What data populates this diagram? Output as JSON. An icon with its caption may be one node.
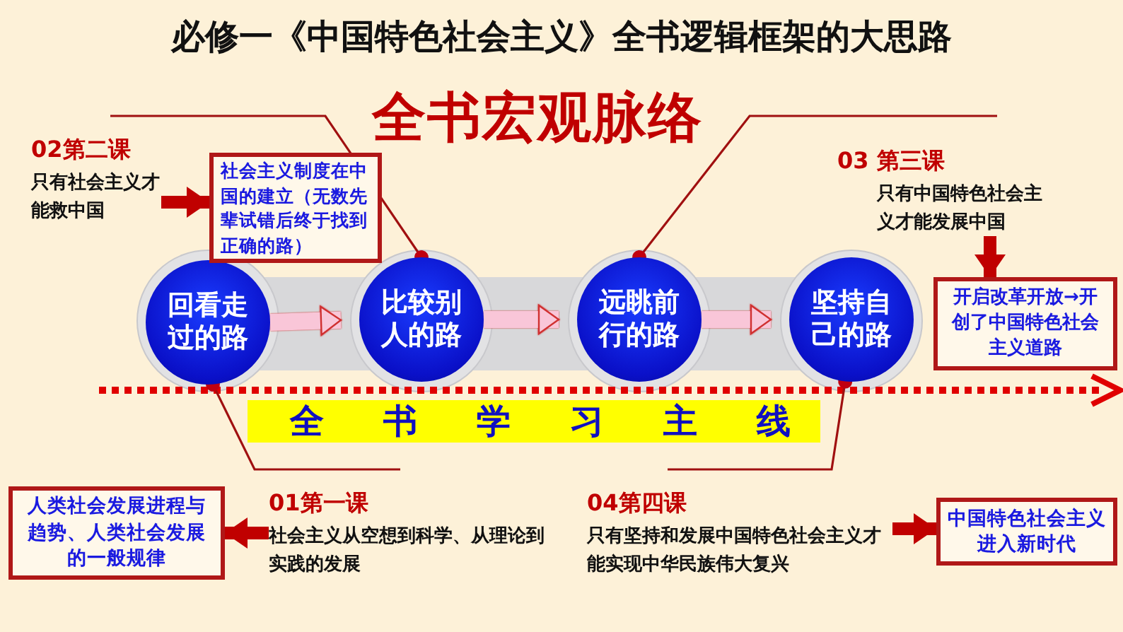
{
  "diagram": {
    "title": "必修一《中国特色社会主义》全书逻辑框架的大思路",
    "nodes": [
      {
        "text": [
          "回看走过的路"
        ]
      },
      {
        "text": [
          "比较别人的路"
        ]
      },
      {
        "text": [
          "远眺前行的路"
        ]
      },
      {
        "text": [
          "坚持自己的路"
        ]
      },
      {
        "text": [
          "02第二课",
          "只有社会主义才能救中国"
        ]
      },
      {
        "text": [
          "社会主义制度在中国的建立（无数先辈试错后终于找到正确的路）"
        ]
      },
      {
        "text": [
          "03 第三课",
          "只有中国特色社会主义才能发展中国"
        ]
      },
      {
        "text": [
          "开启改革开放→开创了中国特色社会主义道路"
        ]
      },
      {
        "text": [
          "01第一课",
          "社会主义从空想到科学、从理论到实践的发展"
        ]
      },
      {
        "text": [
          "人类社会发展进程与趋势、人类社会发展的一般规律"
        ]
      },
      {
        "text": [
          "04第四课",
          "只有坚持和发展中国特色社会主义才能实现中华民族伟大复兴"
        ]
      },
      {
        "text": [
          "中国特色社会主义进入新时代"
        ]
      }
    ],
    "edges": [
      {
        "from": 0,
        "to": 1,
        "arrow": "to",
        "color": "#f9c6d8"
      },
      {
        "from": 1,
        "to": 2,
        "arrow": "to",
        "color": "#f9c6d8"
      },
      {
        "from": 2,
        "to": 3,
        "arrow": "to",
        "color": "#f9c6d8"
      },
      {
        "from": 4,
        "to": 5,
        "arrow": "to",
        "color": "#c00000"
      },
      {
        "from": 6,
        "to": 7,
        "arrow": "to",
        "color": "#c00000"
      },
      {
        "from": 8,
        "to": 9,
        "arrow": "to",
        "color": "#c00000"
      },
      {
        "from": 10,
        "to": 11,
        "arrow": "to",
        "color": "#c00000"
      },
      {
        "from": 4,
        "to": 1,
        "arrow": "other",
        "color": "#a01010"
      },
      {
        "from": 6,
        "to": 2,
        "arrow": "other",
        "color": "#a01010"
      },
      {
        "from": 8,
        "to": 0,
        "arrow": "other",
        "color": "#a01010"
      },
      {
        "from": 10,
        "to": 3,
        "arrow": "other",
        "color": "#a01010"
      }
    ],
    "labels": [
      "全书宏观脉络",
      "全书学习主线"
    ]
  }
}
